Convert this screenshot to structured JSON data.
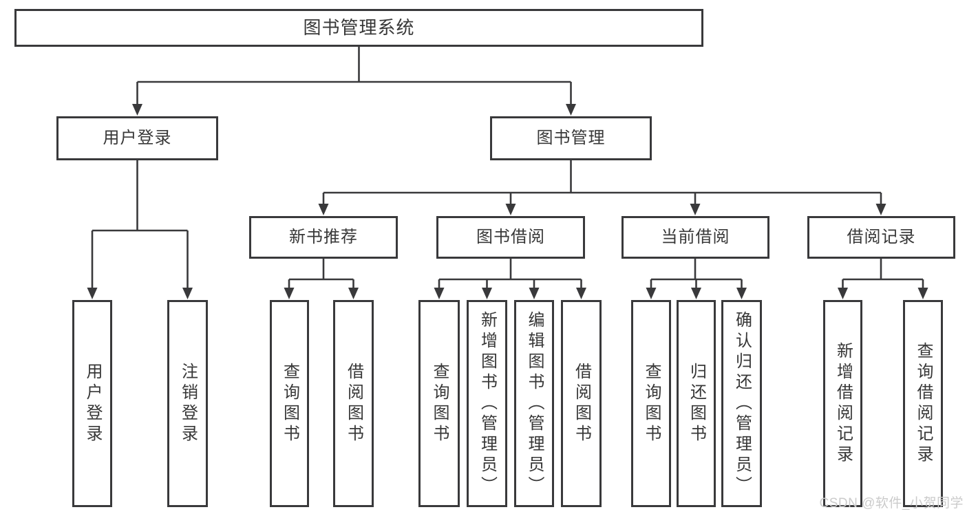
{
  "diagram": {
    "title_note": "library management system feature tree",
    "root": {
      "label": "图书管理系统"
    },
    "level2": [
      {
        "label": "用户登录"
      },
      {
        "label": "图书管理"
      }
    ],
    "level3": [
      {
        "label": "新书推荐"
      },
      {
        "label": "图书借阅"
      },
      {
        "label": "当前借阅"
      },
      {
        "label": "借阅记录"
      }
    ],
    "leaves": {
      "user_login": [
        "用户登录",
        "注销登录"
      ],
      "new_book": [
        "查询图书",
        "借阅图书"
      ],
      "book_borrow": [
        "查询图书",
        "新增图书（管理员）",
        "编辑图书（管理员）",
        "借阅图书"
      ],
      "current_borrow": [
        "查询图书",
        "归还图书",
        "确认归还（管理员）"
      ],
      "borrow_record": [
        "新增借阅记录",
        "查询借阅记录"
      ]
    },
    "colors": {
      "line": "#39393b",
      "text": "#373737",
      "background": "#ffffff",
      "watermark": "#cbcbcb"
    },
    "watermark": "CSDN @软件_小贺同学"
  }
}
